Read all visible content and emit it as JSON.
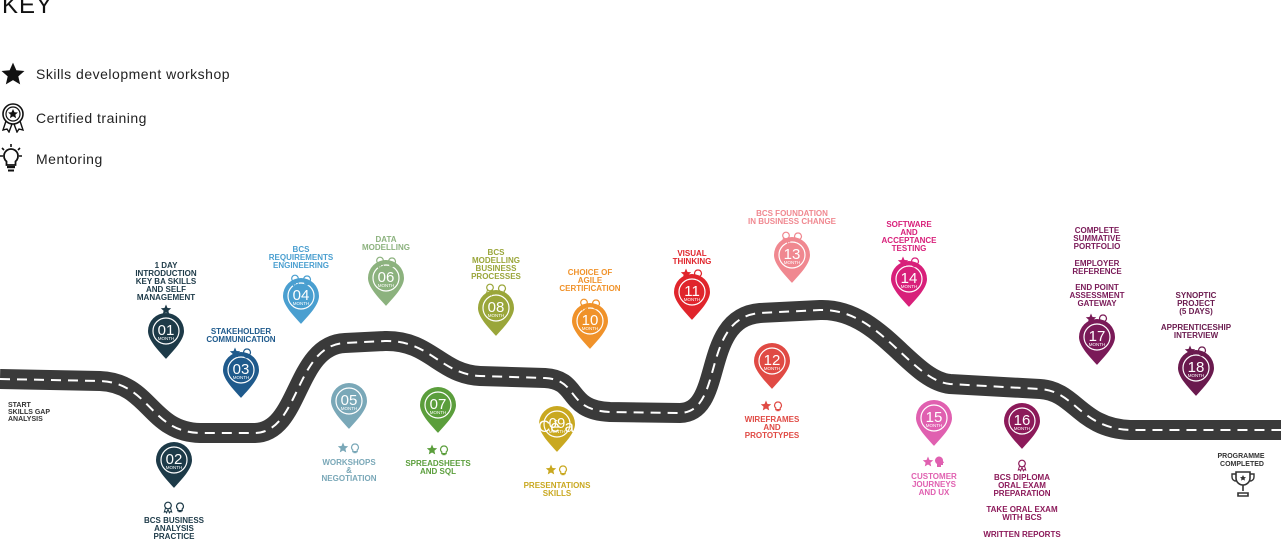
{
  "key": {
    "title": "KEY",
    "items": [
      {
        "icon": "star-icon",
        "label": "Skills development workshop"
      },
      {
        "icon": "ribbon-badge-icon",
        "label": "Certified training"
      },
      {
        "icon": "lightbulb-icon",
        "label": "Mentoring"
      }
    ]
  },
  "start_label": [
    "START",
    "SKILLS GAP",
    "ANALYSIS"
  ],
  "end_label": [
    "PROGRAMME",
    "COMPLETED"
  ],
  "month_word": "MONTH",
  "overlay_text": "Cé al",
  "milestones": [
    {
      "num": "01",
      "color": "#1d3a48",
      "text": [
        "1 DAY",
        "INTRODUCTION",
        "KEY BA SKILLS",
        "AND SELF",
        "MANAGEMENT"
      ],
      "icons": [
        "star"
      ]
    },
    {
      "num": "02",
      "color": "#1d3a48",
      "text": [
        "BCS BUSINESS",
        "ANALYSIS",
        "PRACTICE"
      ],
      "icons": [
        "ribbon",
        "bulb"
      ]
    },
    {
      "num": "03",
      "color": "#1f5a8c",
      "text": [
        "STAKEHOLDER",
        "COMMUNICATION"
      ],
      "icons": [
        "star",
        "bulb"
      ]
    },
    {
      "num": "04",
      "color": "#4a9fd0",
      "text": [
        "BCS",
        "REQUIREMENTS",
        "ENGINEERING"
      ],
      "icons": [
        "ribbon",
        "bulb"
      ]
    },
    {
      "num": "05",
      "color": "#7aa8b8",
      "text": [
        "WORKSHOPS",
        "&",
        "NEGOTIATION"
      ],
      "icons": [
        "star",
        "bulb"
      ]
    },
    {
      "num": "06",
      "color": "#8cb27e",
      "text": [
        "DATA",
        "MODELLING"
      ],
      "icons": [
        "ribbon",
        "bulb"
      ]
    },
    {
      "num": "07",
      "color": "#5b9e3c",
      "text": [
        "SPREADSHEETS",
        "AND SQL"
      ],
      "icons": [
        "star",
        "bulb"
      ]
    },
    {
      "num": "08",
      "color": "#9aa63a",
      "text": [
        "BCS",
        "MODELLING",
        "BUSINESS",
        "PROCESSES"
      ],
      "icons": [
        "ribbon",
        "bulb"
      ]
    },
    {
      "num": "09",
      "color": "#c9a820",
      "text": [
        "PRESENTATIONS",
        "SKILLS"
      ],
      "icons": [
        "star",
        "bulb"
      ]
    },
    {
      "num": "10",
      "color": "#f0922a",
      "text": [
        "CHOICE OF",
        "AGILE",
        "CERTIFICATION"
      ],
      "icons": [
        "ribbon",
        "bulb"
      ]
    },
    {
      "num": "11",
      "color": "#e0252c",
      "text": [
        "VISUAL",
        "THINKING"
      ],
      "icons": [
        "star",
        "bulb"
      ]
    },
    {
      "num": "12",
      "color": "#e04a44",
      "text": [
        "WIREFRAMES",
        "AND",
        "PROTOTYPES"
      ],
      "icons": [
        "star",
        "bulb"
      ]
    },
    {
      "num": "13",
      "color": "#f08890",
      "text": [
        "BCS FOUNDATION",
        "IN BUSINESS CHANGE"
      ],
      "icons": [
        "ribbon",
        "bulb"
      ]
    },
    {
      "num": "14",
      "color": "#d8207a",
      "text": [
        "SOFTWARE",
        "AND",
        "ACCEPTANCE",
        "TESTING"
      ],
      "icons": [
        "star",
        "bulb"
      ]
    },
    {
      "num": "15",
      "color": "#e060b0",
      "text": [
        "CUSTOMER",
        "JOURNEYS",
        "AND UX"
      ],
      "icons": [
        "star",
        "head"
      ]
    },
    {
      "num": "16",
      "color": "#8c1a5a",
      "text": [
        "BCS DIPLOMA",
        "ORAL EXAM",
        "PREPARATION"
      ],
      "text2": [
        "TAKE ORAL EXAM",
        "WITH BCS"
      ],
      "text3": [
        "WRITTEN REPORTS"
      ],
      "icons": [
        "ribbon"
      ]
    },
    {
      "num": "17",
      "color": "#7a1a58",
      "text": [
        "COMPLETE",
        "SUMMATIVE",
        "PORTFOLIO"
      ],
      "text2": [
        "EMPLOYER",
        "REFERENCE"
      ],
      "text3": [
        "END POINT",
        "ASSESSMENT",
        "GATEWAY"
      ],
      "icons": [
        "star",
        "bulb"
      ]
    },
    {
      "num": "18",
      "color": "#6a1a4e",
      "text": [
        "SYNOPTIC",
        "PROJECT",
        "(5 DAYS)"
      ],
      "text2": [
        "APPRENTICESHIP",
        "INTERVIEW"
      ],
      "icons": [
        "star",
        "bulb"
      ]
    }
  ]
}
